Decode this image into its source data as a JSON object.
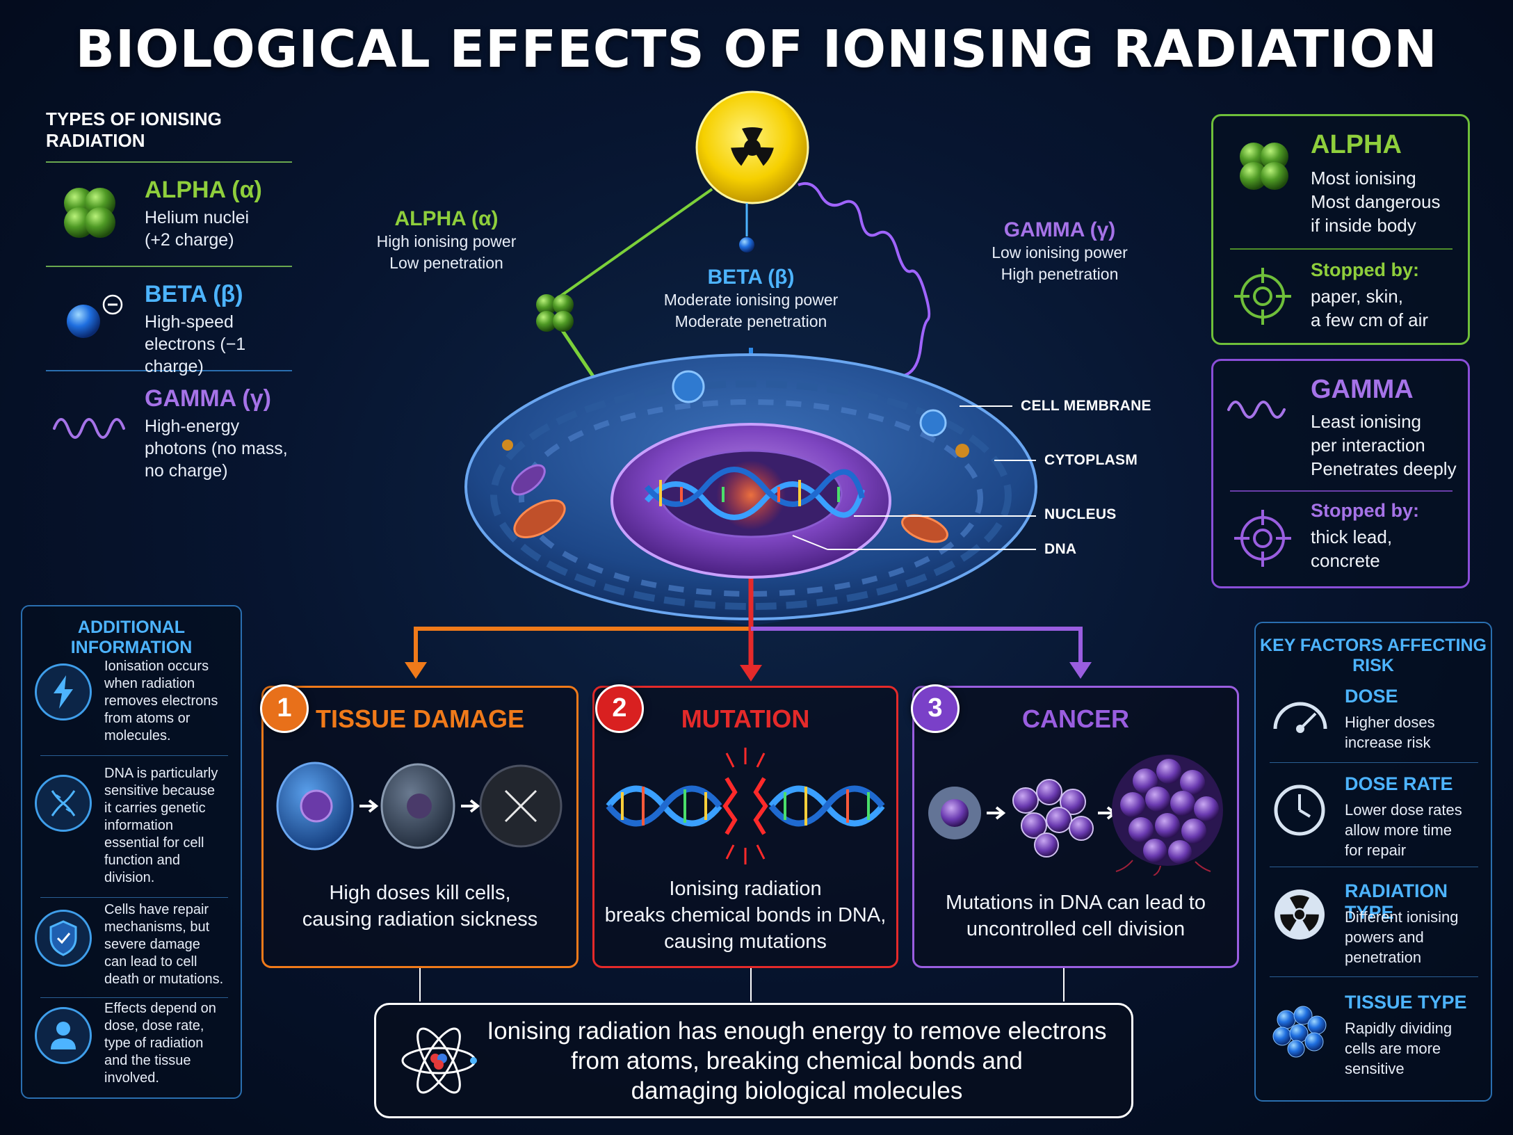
{
  "title": "BIOLOGICAL EFFECTS OF IONISING RADIATION",
  "legend": {
    "heading": "TYPES OF IONISING RADIATION",
    "items": [
      {
        "name": "ALPHA (α)",
        "desc1": "Helium nuclei",
        "desc2": "(+2 charge)",
        "color": "#8fcf3c"
      },
      {
        "name": "BETA (β)",
        "desc1": "High-speed",
        "desc2": "electrons (−1 charge)",
        "color": "#4db4ff"
      },
      {
        "name": "GAMMA (γ)",
        "desc1": "High-energy",
        "desc2": "photons (no mass,",
        "desc3": "no charge)",
        "color": "#a673e8"
      }
    ]
  },
  "beams": {
    "alpha": {
      "name": "ALPHA (α)",
      "d1": "High ionising power",
      "d2": "Low penetration"
    },
    "beta": {
      "name": "BETA (β)",
      "d1": "Moderate ionising power",
      "d2": "Moderate penetration"
    },
    "gamma": {
      "name": "GAMMA (γ)",
      "d1": "Low ionising power",
      "d2": "High penetration"
    }
  },
  "cell_labels": {
    "membrane": "CELL MEMBRANE",
    "cytoplasm": "CYTOPLASM",
    "nucleus": "NUCLEUS",
    "dna": "DNA"
  },
  "alpha_box": {
    "name": "ALPHA",
    "d1": "Most ionising",
    "d2": "Most dangerous",
    "d3": "if inside body",
    "stop": "Stopped by:",
    "s1": "paper, skin,",
    "s2": "a few cm of air"
  },
  "gamma_box": {
    "name": "GAMMA",
    "d1": "Least ionising",
    "d2": "per interaction",
    "d3": "Penetrates deeply",
    "stop": "Stopped by:",
    "s1": "thick lead,",
    "s2": "concrete"
  },
  "additional": {
    "heading": "ADDITIONAL INFORMATION",
    "items": [
      {
        "icon": "lightning-icon",
        "lines": [
          "Ionisation occurs",
          "when radiation",
          "removes electrons",
          "from atoms or",
          "molecules."
        ]
      },
      {
        "icon": "dna-icon",
        "lines": [
          "DNA is particularly",
          "sensitive because",
          "it carries genetic",
          "information",
          "essential for cell",
          "function and",
          "division."
        ]
      },
      {
        "icon": "shield-icon",
        "lines": [
          "Cells have repair",
          "mechanisms, but",
          "severe damage",
          "can lead to cell",
          "death or mutations."
        ]
      },
      {
        "icon": "person-icon",
        "lines": [
          "Effects depend on",
          "dose, dose rate,",
          "type of radiation",
          "and the tissue",
          "involved."
        ]
      }
    ]
  },
  "key_factors": {
    "heading": "KEY FACTORS AFFECTING RISK",
    "items": [
      {
        "name": "DOSE",
        "lines": [
          "Higher doses",
          "increase risk"
        ],
        "icon": "gauge-icon"
      },
      {
        "name": "DOSE RATE",
        "lines": [
          "Lower dose rates",
          "allow more time",
          "for repair"
        ],
        "icon": "clock-icon"
      },
      {
        "name": "RADIATION TYPE",
        "lines": [
          "Different ionising",
          "powers and",
          "penetration"
        ],
        "icon": "radiation-icon"
      },
      {
        "name": "TISSUE TYPE",
        "lines": [
          "Rapidly dividing",
          "cells are more",
          "sensitive"
        ],
        "icon": "cells-icon"
      }
    ]
  },
  "effects": [
    {
      "num": "1",
      "title": "TISSUE DAMAGE",
      "l1": "High doses kill cells,",
      "l2": "causing radiation sickness",
      "color": "#f07a1a"
    },
    {
      "num": "2",
      "title": "MUTATION",
      "l1": "Ionising radiation",
      "l2": "breaks chemical bonds in DNA,",
      "l3": "causing mutations",
      "color": "#e52a2a"
    },
    {
      "num": "3",
      "title": "CANCER",
      "l1": "Mutations in DNA can lead to",
      "l2": "uncontrolled cell division",
      "color": "#9a5ee0"
    }
  ],
  "summary": {
    "l1": "Ionising radiation has enough energy to remove electrons",
    "l2": "from atoms, breaking chemical bonds and",
    "l3": "damaging biological molecules"
  }
}
